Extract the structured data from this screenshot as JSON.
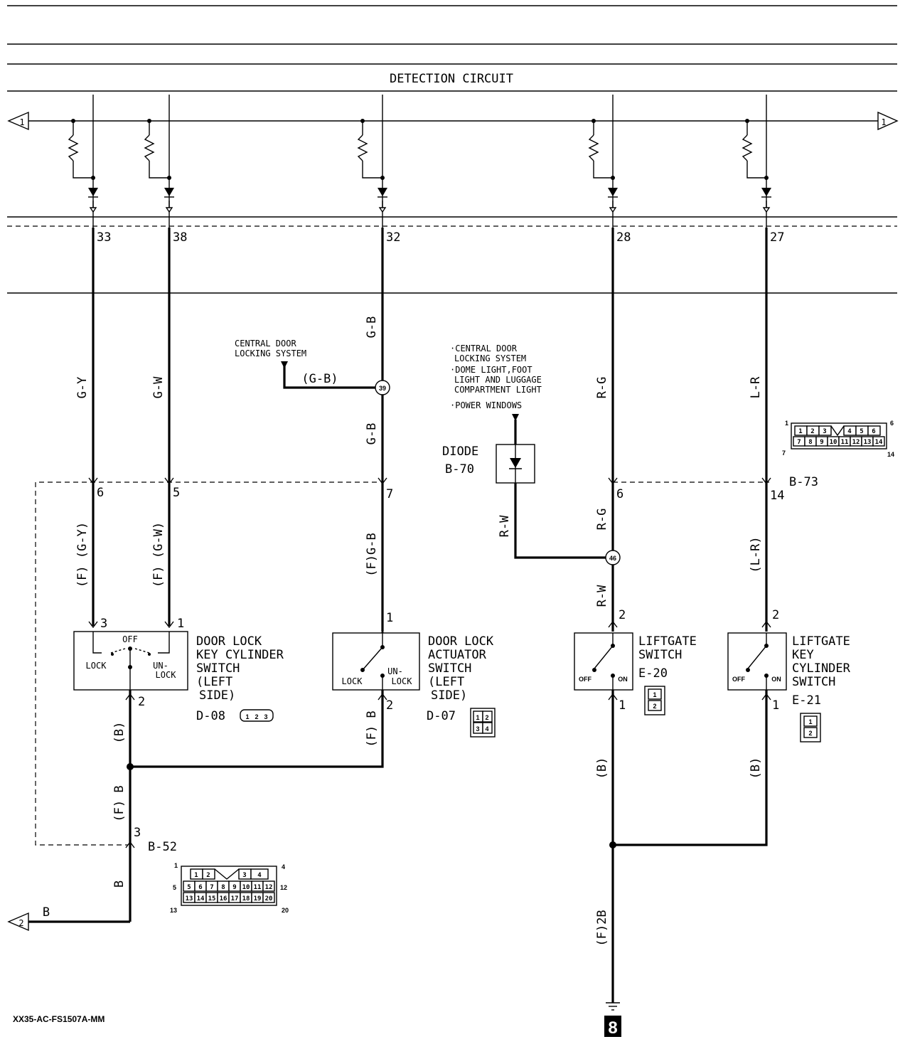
{
  "header": {
    "title": "DETECTION CIRCUIT"
  },
  "connectors_ref": {
    "left_arrow": "1",
    "right_arrow": "1",
    "ground_ref": "2",
    "ground_box": "8"
  },
  "etacs_pins": {
    "p1": "33",
    "p2": "38",
    "p3": "32",
    "p4": "28",
    "p5": "27"
  },
  "wires": {
    "gy": "G-Y",
    "gw": "G-W",
    "gb_top": "G-B",
    "gb_mid": "G-B",
    "gb_spur": "(G-B)",
    "rg_top": "R-G",
    "lr_top": "L-R",
    "f_gy": "(F) (G-Y)",
    "f_gw": "(F) (G-W)",
    "f_gb": "(F)G-B",
    "rw_diode": "R-W",
    "rg_mid": "R-G",
    "rw_low": "R-W",
    "lr_mid": "(L-R)",
    "b_left": "(B)",
    "fb_act": "(F) B",
    "fb_left": "(F) B",
    "b_bottom": "B",
    "b_ground": "B",
    "b_lg": "(B)",
    "b_lgk": "(B)",
    "f2b": "(F)2B"
  },
  "junctions": {
    "j1": "39",
    "j2": "46"
  },
  "notes": {
    "central_1": "CENTRAL DOOR",
    "central_2": "LOCKING SYSTEM",
    "multi_1": "·CENTRAL DOOR",
    "multi_2": "LOCKING SYSTEM",
    "multi_3": "·DOME LIGHT,FOOT",
    "multi_4": "LIGHT AND LUGGAGE",
    "multi_5": "COMPARTMENT LIGHT",
    "multi_6": "·POWER WINDOWS"
  },
  "diode": {
    "name": "DIODE",
    "code": "B-70"
  },
  "connector_pins": {
    "c1": "6",
    "c2": "5",
    "c3": "7",
    "c4": "6",
    "c5": "14",
    "s1_in1": "3",
    "s1_in2": "1",
    "s1_out": "2",
    "s2_in": "1",
    "s2_out": "2",
    "s3_in": "2",
    "s3_out": "1",
    "s4_in": "2",
    "s4_out": "1",
    "b52_pin": "3"
  },
  "connectors": {
    "b73": "B-73",
    "b52": "B-52"
  },
  "switches": {
    "s1": {
      "l1": "DOOR LOCK",
      "l2": "KEY CYLINDER",
      "l3": "SWITCH",
      "l4": "(LEFT",
      "l5": "SIDE)",
      "code": "D-08",
      "off": "OFF",
      "lock": "LOCK",
      "un": "UN-",
      "unlock": "LOCK"
    },
    "s2": {
      "l1": "DOOR LOCK",
      "l2": "ACTUATOR",
      "l3": "SWITCH",
      "l4": "(LEFT",
      "l5": "SIDE)",
      "code": "D-07",
      "lock": "LOCK",
      "un": "UN-",
      "unlock": "LOCK"
    },
    "s3": {
      "l1": "LIFTGATE",
      "l2": "SWITCH",
      "code": "E-20",
      "off": "OFF",
      "on": "ON"
    },
    "s4": {
      "l1": "LIFTGATE",
      "l2": "KEY",
      "l3": "CYLINDER",
      "l4": "SWITCH",
      "code": "E-21",
      "off": "OFF",
      "on": "ON"
    }
  },
  "b73_block": {
    "corner_tl": "1",
    "corner_tr": "6",
    "corner_bl": "7",
    "corner_br": "14",
    "row1": [
      "1",
      "2",
      "3",
      "",
      "4",
      "5",
      "6"
    ],
    "row2": [
      "7",
      "8",
      "9",
      "10",
      "11",
      "12",
      "13",
      "14"
    ]
  },
  "b52_block": {
    "corner_tl": "1",
    "corner_tr": "4",
    "corner_ml": "5",
    "corner_mr": "12",
    "corner_bl": "13",
    "corner_br": "20",
    "row1": [
      "1",
      "2",
      "",
      "3",
      "4"
    ],
    "row2": [
      "5",
      "6",
      "7",
      "8",
      "9",
      "10",
      "11",
      "12"
    ],
    "row3": [
      "13",
      "14",
      "15",
      "16",
      "17",
      "18",
      "19",
      "20"
    ]
  },
  "mini_connectors": {
    "d08": [
      "1",
      "2",
      "3"
    ],
    "d07": [
      "1",
      "2",
      "3",
      "4"
    ],
    "e20": [
      "1",
      "2"
    ],
    "e21": [
      "1",
      "2"
    ]
  },
  "footer": {
    "code": "XX35-AC-FS1507A-MM"
  }
}
